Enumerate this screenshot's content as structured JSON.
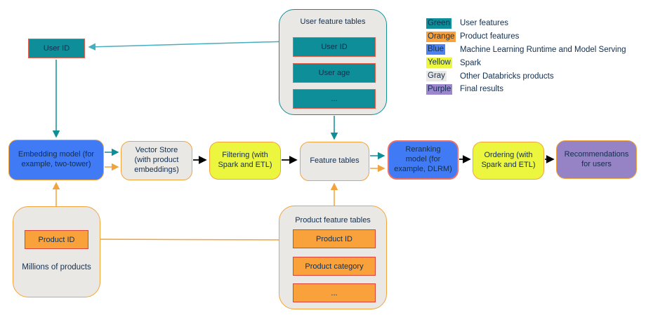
{
  "colors": {
    "teal": "#0E8E99",
    "teal_light": "#45AFBE",
    "orange": "#F9A23C",
    "orange_line": "#F2A33C",
    "red_border": "#E8604C",
    "red_border2": "#DC443B",
    "salmon_border": "#ED6E63",
    "blue": "#407BF5",
    "blue_sw": "#4D82F3",
    "yellow": "#EDF63E",
    "gray": "#EAE8E5",
    "purple": "#9583C6",
    "purple_sw": "#9C86CE",
    "black": "#000000",
    "text": "#122E4E"
  },
  "nodes": {
    "user_id_top": "User ID",
    "embedding": "Embedding model (for example, two-tower)",
    "vector_store": "Vector Store (with product embeddings)",
    "filtering": "Filtering (with Spark and ETL)",
    "feature_tables": "Feature tables",
    "reranking": "Reranking model (for example, DLRM)",
    "ordering": "Ordering (with Spark and ETL)",
    "recommendations": "Recommendations for users"
  },
  "user_feature_tables": {
    "title": "User feature tables",
    "rows": [
      "User ID",
      "User age",
      "..."
    ]
  },
  "product_feature_tables": {
    "title": "Product feature tables",
    "rows": [
      "Product ID",
      "Product category",
      "..."
    ]
  },
  "millions_of_products": {
    "row": "Product ID",
    "caption": "Millions of products"
  },
  "legend": {
    "items": [
      {
        "swatch": "Green",
        "label": "User features"
      },
      {
        "swatch": "Orange",
        "label": "Product features"
      },
      {
        "swatch": "Blue",
        "label": "Machine Learning Runtime and Model Serving"
      },
      {
        "swatch": "Yellow",
        "label": "Spark"
      },
      {
        "swatch": "Gray",
        "label": "Other Databricks products"
      },
      {
        "swatch": "Purple",
        "label": "Final results"
      }
    ]
  }
}
